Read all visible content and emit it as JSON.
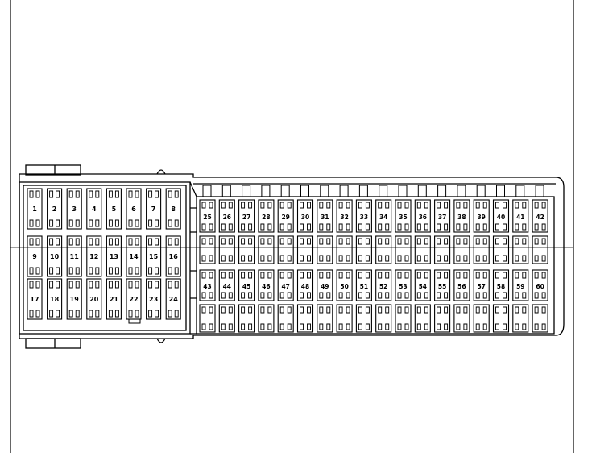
{
  "diagram": {
    "left_block": {
      "rows": [
        {
          "labels": [
            "1",
            "2",
            "3",
            "4",
            "5",
            "6",
            "7",
            "8"
          ]
        },
        {
          "labels": [
            "9",
            "10",
            "11",
            "12",
            "13",
            "14",
            "15",
            "16"
          ]
        },
        {
          "labels": [
            "17",
            "18",
            "19",
            "20",
            "21",
            "22",
            "23",
            "24"
          ]
        }
      ]
    },
    "right_block": {
      "rows": [
        {
          "labels": [
            "25",
            "26",
            "27",
            "28",
            "29",
            "30",
            "31",
            "32",
            "33",
            "34",
            "35",
            "36",
            "37",
            "38",
            "39",
            "40",
            "41",
            "42"
          ]
        },
        {
          "labels": []
        },
        {
          "labels": [
            "43",
            "44",
            "45",
            "46",
            "47",
            "48",
            "49",
            "50",
            "51",
            "52",
            "53",
            "54",
            "55",
            "56",
            "57",
            "58",
            "59",
            "60"
          ]
        },
        {
          "labels": []
        }
      ]
    }
  }
}
